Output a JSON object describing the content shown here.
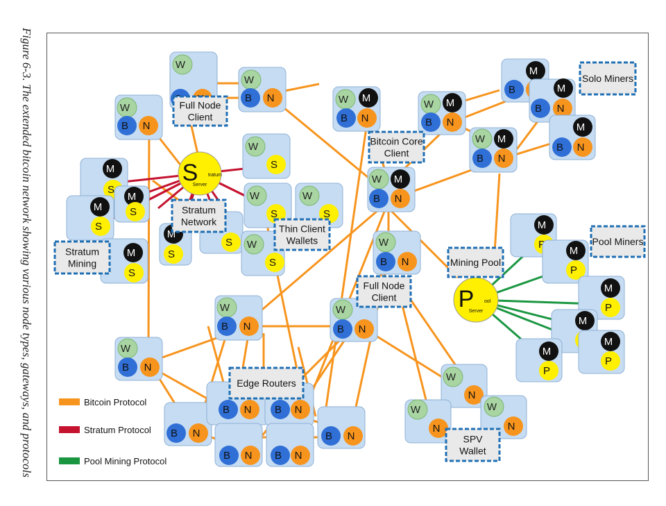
{
  "caption": "Figure 6-3. The extended bitcoin network showing various node types, gateways, and protocols",
  "colors": {
    "bitcoin": "#f7941d",
    "stratum": "#c4122f",
    "pool": "#1a9641",
    "box_fill": "#c6dcf2",
    "w_fill": "#a8d5a2",
    "b_fill": "#2f6fd6",
    "n_fill": "#f7941d",
    "m_fill": "#111111",
    "s_fill": "#ffef00",
    "p_fill": "#ffef00",
    "label_border": "#1f6fb4",
    "label_fill": "#e9e9e9"
  },
  "labels": [
    "Full Node Client",
    "Stratum Network",
    "Stratum Mining",
    "Thin Client Wallets",
    "Bitcoin Core Client",
    "Solo Miners",
    "Mining Pool",
    "Pool Miners",
    "Full Node Client",
    "Edge Routers",
    "SPV Wallet"
  ],
  "hubs": {
    "stratum": {
      "letter": "S",
      "rest": "tratum",
      "sub": "Server"
    },
    "pool": {
      "letter": "P",
      "rest": "ool",
      "sub": "Server"
    }
  },
  "legend": [
    {
      "label": "Bitcoin Protocol",
      "color_key": "bitcoin"
    },
    {
      "label": "Stratum Protocol",
      "color_key": "stratum"
    },
    {
      "label": "Pool Mining Protocol",
      "color_key": "pool"
    }
  ]
}
